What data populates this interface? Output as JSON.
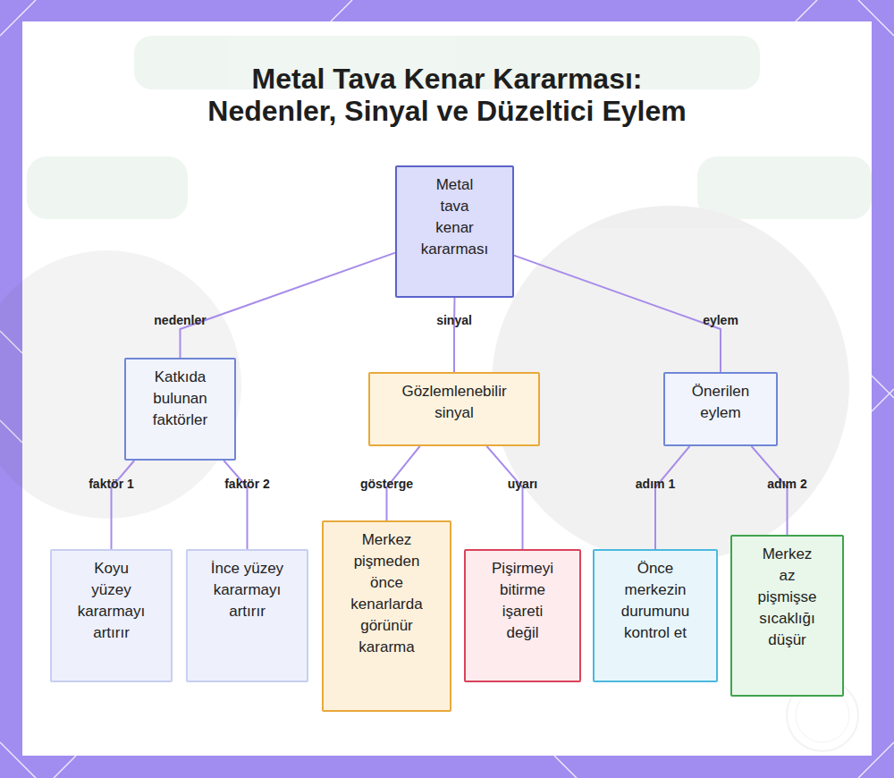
{
  "diagram": {
    "title": "Metal Tava Kenar Kararması: Nedenler, Sinyal ve Düzeltici Eylem",
    "nodes": [
      {
        "text": [
          "Metal tava kenar kararması"
        ]
      },
      {
        "text": [
          "Katkıda bulunan faktörler"
        ]
      },
      {
        "text": [
          "Gözlemlenebilir sinyal"
        ]
      },
      {
        "text": [
          "Önerilen eylem"
        ]
      },
      {
        "text": [
          "Koyu yüzey kararmayı artırır"
        ]
      },
      {
        "text": [
          "İnce yüzey kararmayı artırır"
        ]
      },
      {
        "text": [
          "Merkez pişmeden önce kenarlarda görünür kararma"
        ]
      },
      {
        "text": [
          "Pişirmeyi bitirme işareti değil"
        ]
      },
      {
        "text": [
          "Önce merkezin durumunu kontrol et"
        ]
      },
      {
        "text": [
          "Merkez az pişmişse sıcaklığı düşür"
        ]
      }
    ],
    "edges": [
      {
        "from": 0,
        "to": 1,
        "label": "nedenler",
        "arrow": "none"
      },
      {
        "from": 0,
        "to": 2,
        "label": "sinyal",
        "arrow": "none"
      },
      {
        "from": 0,
        "to": 3,
        "label": "eylem",
        "arrow": "none"
      },
      {
        "from": 1,
        "to": 4,
        "label": "faktör 1",
        "arrow": "none"
      },
      {
        "from": 1,
        "to": 5,
        "label": "faktör 2",
        "arrow": "none"
      },
      {
        "from": 2,
        "to": 6,
        "label": "gösterge",
        "arrow": "none"
      },
      {
        "from": 2,
        "to": 7,
        "label": "uyarı",
        "arrow": "none"
      },
      {
        "from": 3,
        "to": 8,
        "label": "adım 1",
        "arrow": "none"
      },
      {
        "from": 3,
        "to": 9,
        "label": "adım 2",
        "arrow": "none"
      }
    ]
  }
}
